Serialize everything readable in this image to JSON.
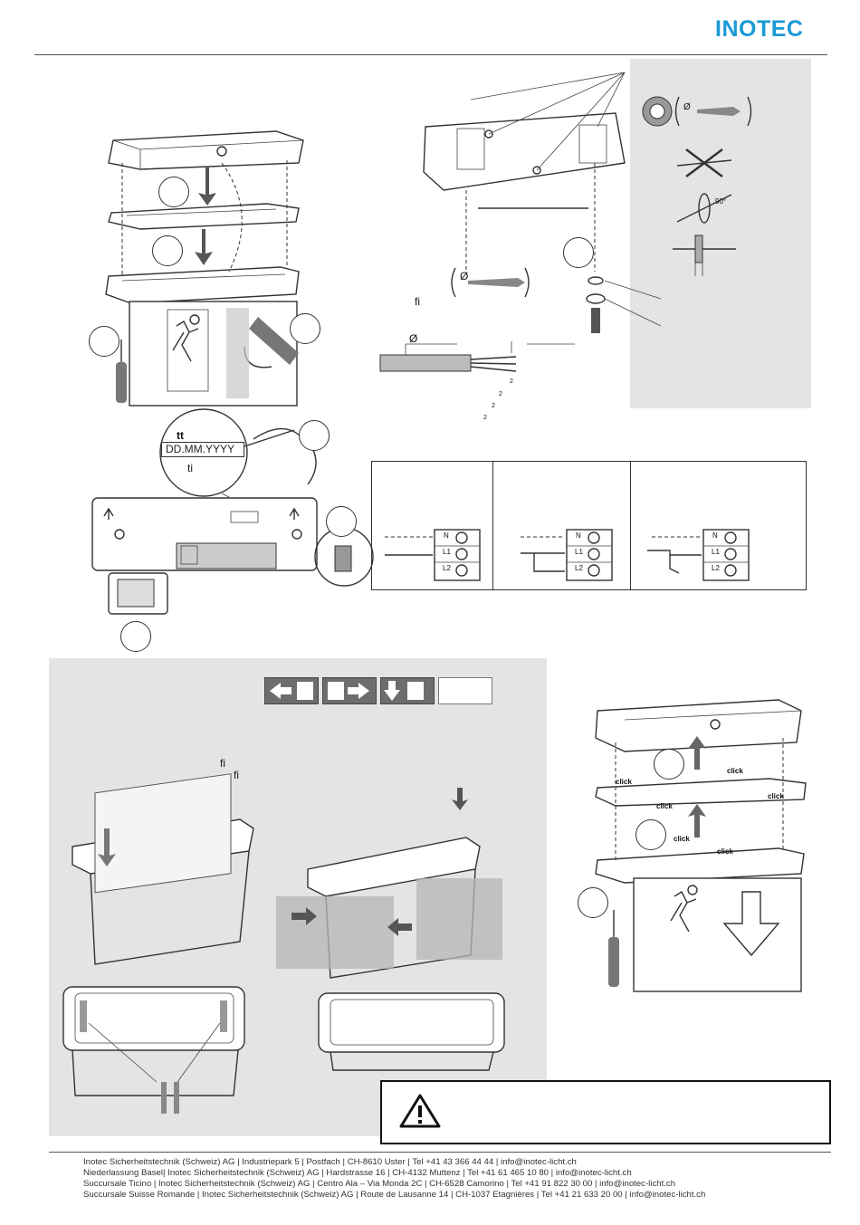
{
  "header": {
    "brand": "INOTEC"
  },
  "install": {
    "date_label_top": "tt",
    "date_placeholder": "DD.MM.YYYY",
    "date_label_bottom": "ti",
    "drill_symbol": "Ø",
    "cable_symbol": "Ø",
    "ligature_fi": "ﬁ",
    "superscript_2": "2",
    "angle_90": "90°"
  },
  "wiring": {
    "columns": [
      {
        "terminals": [
          "N",
          "L1",
          "L2"
        ]
      },
      {
        "terminals": [
          "N",
          "L1",
          "L2"
        ]
      },
      {
        "terminals": [
          "N",
          "L1",
          "L2"
        ]
      }
    ]
  },
  "replace_panel": {
    "ligature_a": "ﬁ",
    "ligature_b": "ﬁ"
  },
  "removal": {
    "click_labels": [
      "click",
      "click",
      "click",
      "click",
      "click",
      "click"
    ]
  },
  "footer": {
    "lines": [
      "Inotec Sicherheitstechnik (Schweiz) AG | Industriepark 5 | Postfach | CH-8610 Uster | Tel +41 43 366 44 44 | info@inotec-licht.ch",
      "Niederlassung Basel| Inotec Sicherheitstechnik (Schweiz) AG | Hardstrasse 16 | CH-4132 Muttenz | Tel +41 61 465 10 80 | info@inotec-licht.ch",
      "Succursale Ticino | Inotec Sicherheitstechnik (Schweiz) AG | Centro Ala – Via Monda 2C | CH-6528 Camorino | Tel +41 91 822 30 00 | info@inotec-licht.ch",
      "Succursale Suisse Romande | Inotec Sicherheitstechnik (Schweiz) AG | Route de Lausanne 14 | CH-1037 Etagnières | Tel +41 21 633 20 00 | info@inotec-licht.ch"
    ]
  }
}
